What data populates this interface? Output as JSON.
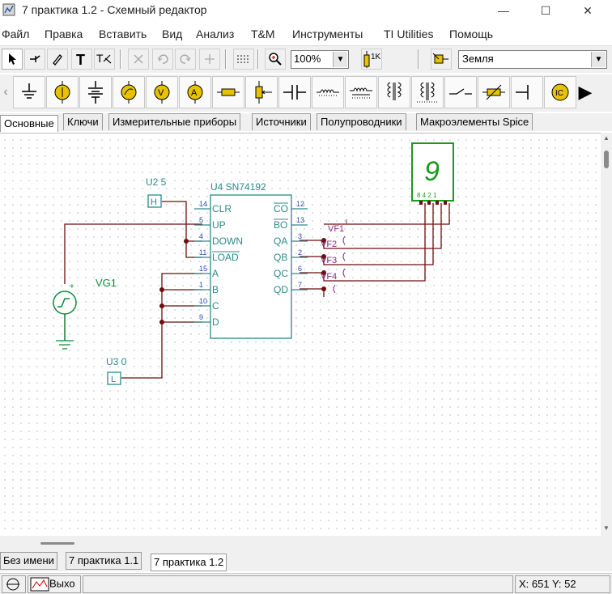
{
  "window": {
    "title": "7 практика 1.2 - Схемный редактор",
    "minimize_glyph": "—",
    "maximize_glyph": "☐",
    "close_glyph": "✕"
  },
  "menu": [
    "Файл",
    "Правка",
    "Вставить",
    "Вид",
    "Анализ",
    "T&M",
    "Инструменты",
    "TI Utilities",
    "Помощь"
  ],
  "toolbar": {
    "zoom": "100%",
    "component_select": "Земля",
    "buttons": [
      "pointer-icon",
      "wire-icon",
      "pen-icon",
      "text-icon",
      "label-icon",
      "delete-icon",
      "undo-icon",
      "redo-icon",
      "junction-icon",
      "grid-icon",
      "zoom-icon",
      "resistor-value-icon",
      "probe-icon"
    ]
  },
  "components_bar": [
    "ground-icon",
    "voltage-source-icon",
    "battery-icon",
    "current-source-icon",
    "voltmeter-icon",
    "ammeter-icon",
    "resistor-icon",
    "potentiometer-icon",
    "capacitor-icon",
    "inductor-icon",
    "coupled-inductor-icon",
    "transformer-icon",
    "transformer2-icon",
    "switch-icon",
    "variable-resistor-icon",
    "diode-icon",
    "ic-icon"
  ],
  "component_tabs": [
    "Основные",
    "Ключи",
    "Измерительные приборы",
    "Источники",
    "Полупроводники",
    "Макроэлементы Spice"
  ],
  "schematic": {
    "u2_label": "U2 5",
    "u2_symbol": "H",
    "u3_label": "U3 0",
    "u3_symbol": "L",
    "vg1_label": "VG1",
    "vg1_plus": "+",
    "u4_label": "U4 SN74192",
    "display_digit": "9",
    "display_pins": "8 4 2 1",
    "vf_labels": [
      "VF1",
      "VF2",
      "VF3",
      "VF4"
    ],
    "left_pins": [
      {
        "num": "14",
        "name": "CLR"
      },
      {
        "num": "5",
        "name": "UP"
      },
      {
        "num": "4",
        "name": "DOWN"
      },
      {
        "num": "11",
        "name": "LOAD"
      },
      {
        "num": "15",
        "name": "A"
      },
      {
        "num": "1",
        "name": "B"
      },
      {
        "num": "10",
        "name": "C"
      },
      {
        "num": "9",
        "name": "D"
      }
    ],
    "right_pins": [
      {
        "num": "12",
        "name": "CO"
      },
      {
        "num": "13",
        "name": "BO"
      },
      {
        "num": "3",
        "name": "QA"
      },
      {
        "num": "2",
        "name": "QB"
      },
      {
        "num": "6",
        "name": "QC"
      },
      {
        "num": "7",
        "name": "QD"
      }
    ]
  },
  "sheet_tabs": [
    "Без имени",
    "7 практика 1.1",
    "7 практика 1.2"
  ],
  "status": {
    "output_label": "Выхо",
    "coords": "X: 651  Y: 52"
  },
  "colors": {
    "component": "#2a8a8a",
    "wire": "#6b0f0f",
    "probe": "#8a2a8a",
    "display": "#1a9a1a",
    "source": "#0a8a3a"
  }
}
